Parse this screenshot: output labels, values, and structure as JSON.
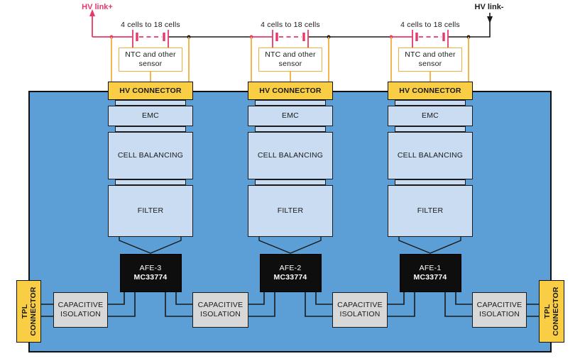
{
  "colors": {
    "board": "#5C9FD6",
    "box_blue": "#C9DCF2",
    "yellow": "#F9CE44",
    "gray": "#D8D8D8",
    "black_box": "#0E0E0E",
    "pink": "#E73869",
    "orange": "#F2AE3C"
  },
  "top": {
    "hv_link_plus": "HV link+",
    "hv_link_minus": "HV link-",
    "cells_range": "4 cells to 18 cells"
  },
  "ntc_box": {
    "line1": "NTC and other",
    "line2": "sensor"
  },
  "columns": [
    {
      "hv_connector": "HV CONNECTOR",
      "emc": "EMC",
      "cell_balancing": "CELL BALANCING",
      "filter": "FILTER",
      "afe_name": "AFE-3",
      "afe_part": "MC33774"
    },
    {
      "hv_connector": "HV CONNECTOR",
      "emc": "EMC",
      "cell_balancing": "CELL BALANCING",
      "filter": "FILTER",
      "afe_name": "AFE-2",
      "afe_part": "MC33774"
    },
    {
      "hv_connector": "HV CONNECTOR",
      "emc": "EMC",
      "cell_balancing": "CELL BALANCING",
      "filter": "FILTER",
      "afe_name": "AFE-1",
      "afe_part": "MC33774"
    }
  ],
  "capacitive_isolation": {
    "line1": "CAPACITIVE",
    "line2": "ISOLATION"
  },
  "tpl_connector": {
    "line1": "TPL",
    "line2": "CONNECTOR"
  }
}
